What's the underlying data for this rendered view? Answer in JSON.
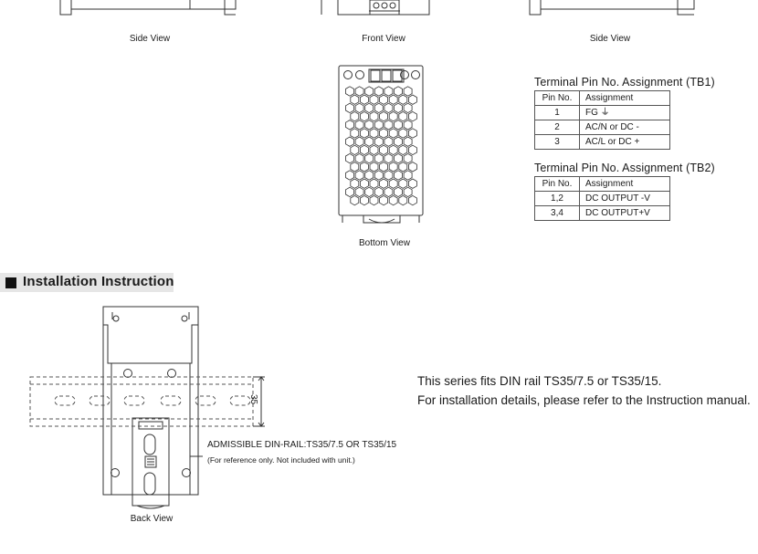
{
  "views": {
    "side_left": "Side View",
    "front": "Front View",
    "side_right": "Side View",
    "bottom": "Bottom View",
    "back": "Back View"
  },
  "tb1": {
    "title": "Terminal Pin No.  Assignment (TB1)",
    "headers": [
      "Pin No.",
      "Assignment"
    ],
    "rows": [
      {
        "pin": "1",
        "assignment": "FG ⏚"
      },
      {
        "pin": "2",
        "assignment": "AC/N or DC -"
      },
      {
        "pin": "3",
        "assignment": "AC/L or DC +"
      }
    ]
  },
  "tb2": {
    "title": "Terminal Pin No.  Assignment (TB2)",
    "headers": [
      "Pin No.",
      "Assignment"
    ],
    "rows": [
      {
        "pin": "1,2",
        "assignment": "DC OUTPUT -V"
      },
      {
        "pin": "3,4",
        "assignment": "DC OUTPUT+V"
      }
    ]
  },
  "section": {
    "title": "Installation Instruction"
  },
  "installation": {
    "dimension": "35",
    "din_rail": "ADMISSIBLE DIN-RAIL:TS35/7.5 OR TS35/15",
    "din_note": "(For reference only. Not included with unit.)",
    "line1": "This series fits DIN rail TS35/7.5 or TS35/15.",
    "line2": "For installation details, please refer to the Instruction manual."
  }
}
